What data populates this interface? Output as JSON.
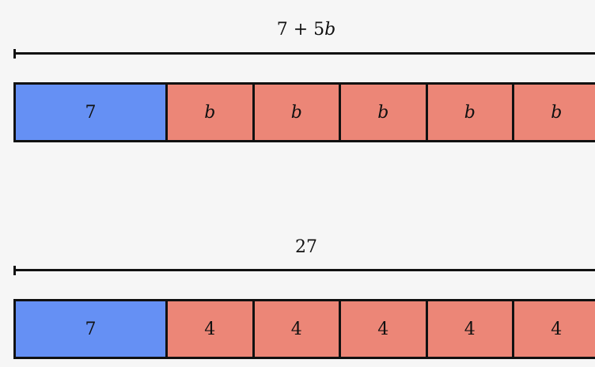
{
  "colors": {
    "constant_fill": "#6590f4",
    "variable_fill": "#ec8677",
    "stroke": "#111111",
    "background": "#f6f6f6"
  },
  "diagrams": [
    {
      "label_parts": [
        "7",
        " + ",
        "5",
        "b"
      ],
      "label_italic_index": 3,
      "segments": [
        {
          "text": "7",
          "kind": "constant",
          "italic": false
        },
        {
          "text": "b",
          "kind": "variable",
          "italic": true
        },
        {
          "text": "b",
          "kind": "variable",
          "italic": true
        },
        {
          "text": "b",
          "kind": "variable",
          "italic": true
        },
        {
          "text": "b",
          "kind": "variable",
          "italic": true
        },
        {
          "text": "b",
          "kind": "variable",
          "italic": true
        }
      ]
    },
    {
      "label_parts": [
        "27"
      ],
      "label_italic_index": -1,
      "segments": [
        {
          "text": "7",
          "kind": "constant",
          "italic": false
        },
        {
          "text": "4",
          "kind": "variable",
          "italic": false
        },
        {
          "text": "4",
          "kind": "variable",
          "italic": false
        },
        {
          "text": "4",
          "kind": "variable",
          "italic": false
        },
        {
          "text": "4",
          "kind": "variable",
          "italic": false
        },
        {
          "text": "4",
          "kind": "variable",
          "italic": false
        }
      ]
    }
  ]
}
